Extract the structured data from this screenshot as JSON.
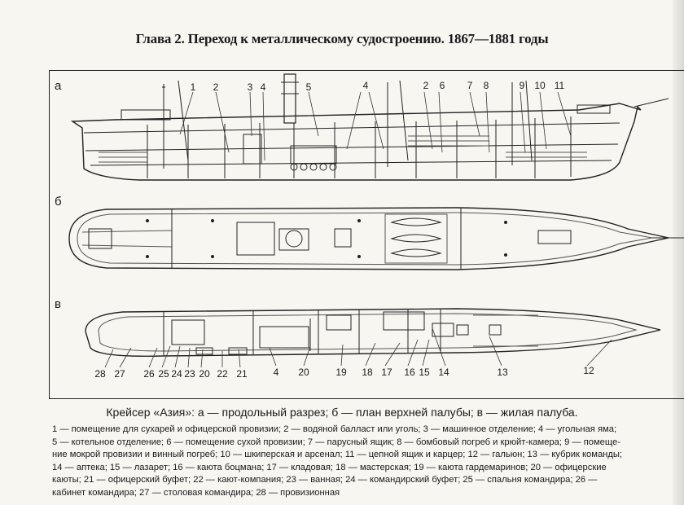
{
  "running_head": "Глава 2. Переход к металлическому судостроению. 1867—1881 годы",
  "panels": {
    "a": "а",
    "b": "б",
    "v": "в"
  },
  "callouts_top": [
    "1",
    "2",
    "3",
    "4",
    "5",
    "4",
    "2",
    "6",
    "7",
    "8",
    "9",
    "10",
    "11"
  ],
  "callouts_bottom": [
    "28",
    "27",
    "26",
    "25",
    "24",
    "23",
    "20",
    "22",
    "21",
    "4",
    "20",
    "19",
    "18",
    "17",
    "16",
    "15",
    "14",
    "13",
    "12"
  ],
  "caption": {
    "title": "Крейсер «Азия»: а — продольный разрез; б — план верхней палубы; в — жилая палуба.",
    "lines": [
      "1 — помещение для сухарей и офицерской провизии; 2 — водяной балласт или уголь; 3 — машинное отделение; 4 — угольная яма;",
      "5 — котельное отделение; 6 — помещение сухой провизии; 7 — парусный ящик; 8 — бомбовый погреб и крюйт-камера; 9 — помеще-",
      "ние мокрой провизии и винный погреб; 10 — шкиперская и арсенал; 11 — цепной ящик и карцер; 12 — гальюн; 13 — кубрик команды;",
      "14 — аптека; 15 — лазарет; 16 — каюта боцмана; 17 — кладовая; 18 — мастерская; 19 — каюта гардемаринов; 20 — офицерские",
      "каюты; 21 — офицерский буфет; 22 — кают-компания; 23 — ванная; 24 — командирский буфет; 25 — спальня командира; 26 —",
      "кабинет командира; 27 — столовая командира; 28 — провизионная"
    ]
  }
}
